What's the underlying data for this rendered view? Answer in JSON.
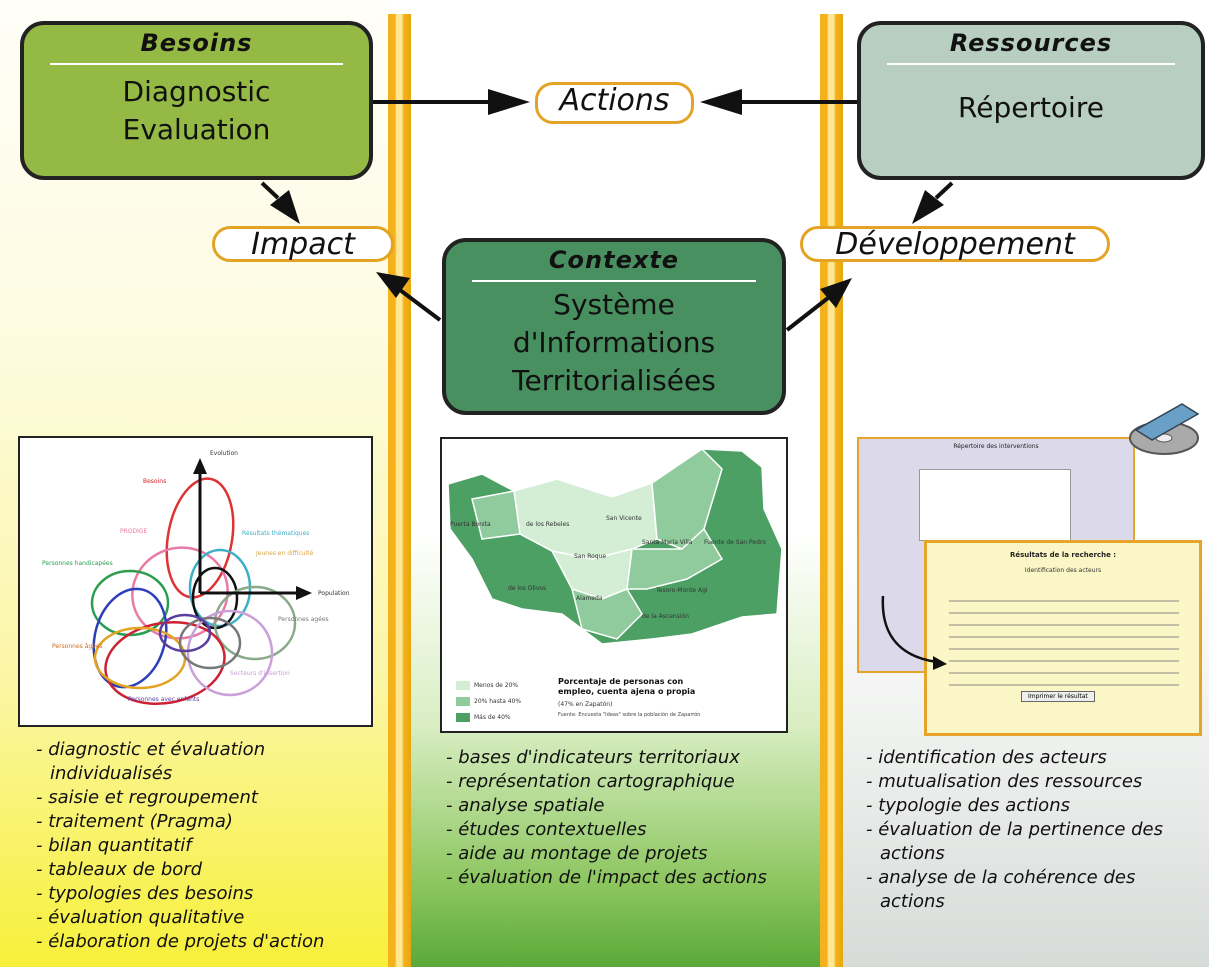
{
  "boxes": {
    "besoins": {
      "title": "Besoins",
      "line1": "Diagnostic",
      "line2": "Evaluation"
    },
    "ressources": {
      "title": "Ressources",
      "line1": "Répertoire"
    },
    "contexte": {
      "title": "Contexte",
      "line1": "Système",
      "line2": "d'Informations",
      "line3": "Territorialisées"
    }
  },
  "pills": {
    "actions": "Actions",
    "impact": "Impact",
    "developpement": "Développement"
  },
  "colors": {
    "besoins_fill": "#95b945",
    "ressources_fill": "#b7cec0",
    "contexte_fill": "#48905f",
    "stripe": "#f3b21b",
    "pill_border": "#e3a325",
    "map_dark": "#4ca064",
    "map_mid": "#8fcb9d",
    "map_light": "#d3eed4"
  },
  "panels": {
    "left": {
      "axis_y": "Evolution",
      "axis_x": "Population",
      "labels": [
        "Besoins",
        "PRODIGE",
        "Résultats thématiques",
        "Personnes handicapées",
        "Jeunes en difficulté",
        "Personnes âgées",
        "Personnes agées",
        "Secteurs d'insertion",
        "Personnes avec enfants"
      ]
    },
    "mid": {
      "districts": [
        "Puerta Bonita",
        "de los Rebeles",
        "San Vicente",
        "San Roque",
        "Santa María Villa",
        "Fuente de San Pedro",
        "de los Olivos",
        "Alameda",
        "Tesoro-Monte Agi",
        "de la Ascensión"
      ],
      "legend": [
        "Menos de 20%",
        "20% hasta 40%",
        "Más de 40%"
      ],
      "caption_title": "Porcentaje de personas con empleo, cuenta ajena o propia",
      "caption_sub": "(47% en Zapatón)",
      "source": "Fuente: Encuesta \"Ideas\" sobre la población de Zaparrón"
    },
    "right": {
      "back_title": "Répertoire des interventions",
      "front_title": "Résultats de la recherche :",
      "front_subtitle": "Identification des acteurs",
      "button": "Imprimer le résultat"
    }
  },
  "lists": {
    "left": [
      "- diagnostic et évaluation individualisés",
      "- saisie et regroupement",
      "- traitement (Pragma)",
      "- bilan quantitatif",
      "- tableaux de bord",
      "- typologies des besoins",
      "- évaluation qualitative",
      "- élaboration de projets d'action"
    ],
    "mid": [
      "- bases d'indicateurs territoriaux",
      "- représentation cartographique",
      "- analyse spatiale",
      "- études contextuelles",
      "- aide au montage de projets",
      "- évaluation de l'impact des actions"
    ],
    "right": [
      "- identification des acteurs",
      "- mutualisation des ressources",
      "- typologie des actions",
      "- évaluation de la pertinence des actions",
      "- analyse de la cohérence des actions"
    ]
  }
}
